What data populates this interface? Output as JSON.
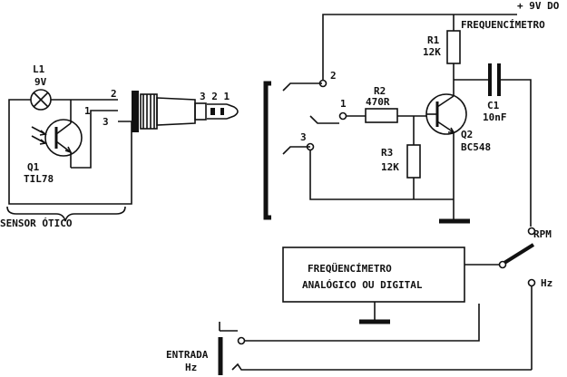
{
  "labels": {
    "supply": "+ 9V DO",
    "supply2": "FREQUENCÍMETRO",
    "r1_name": "R1",
    "r1_val": "12K",
    "c1_name": "C1",
    "c1_val": "10nF",
    "r2_name": "R2",
    "r2_val": "470R",
    "r3_name": "R3",
    "r3_val": "12K",
    "q2_name": "Q2",
    "q2_val": "BC548",
    "l1_name": "L1",
    "l1_val": "9V",
    "q1_name": "Q1",
    "q1_val": "TIL78",
    "sensor": "SENSOR   ÓTICO",
    "plug_pins": "3 2 1",
    "pin1a": "1",
    "pin2a": "2",
    "pin3a": "3",
    "jack_pin1": "1",
    "jack_pin2": "2",
    "jack_pin3": "3",
    "box_line1": "FREQÜENCÍMETRO",
    "box_line2": "ANALÓGICO OU DIGITAL",
    "rpm": "RPM",
    "hz": "Hz",
    "entrada1": "ENTRADA",
    "entrada2": "Hz"
  }
}
